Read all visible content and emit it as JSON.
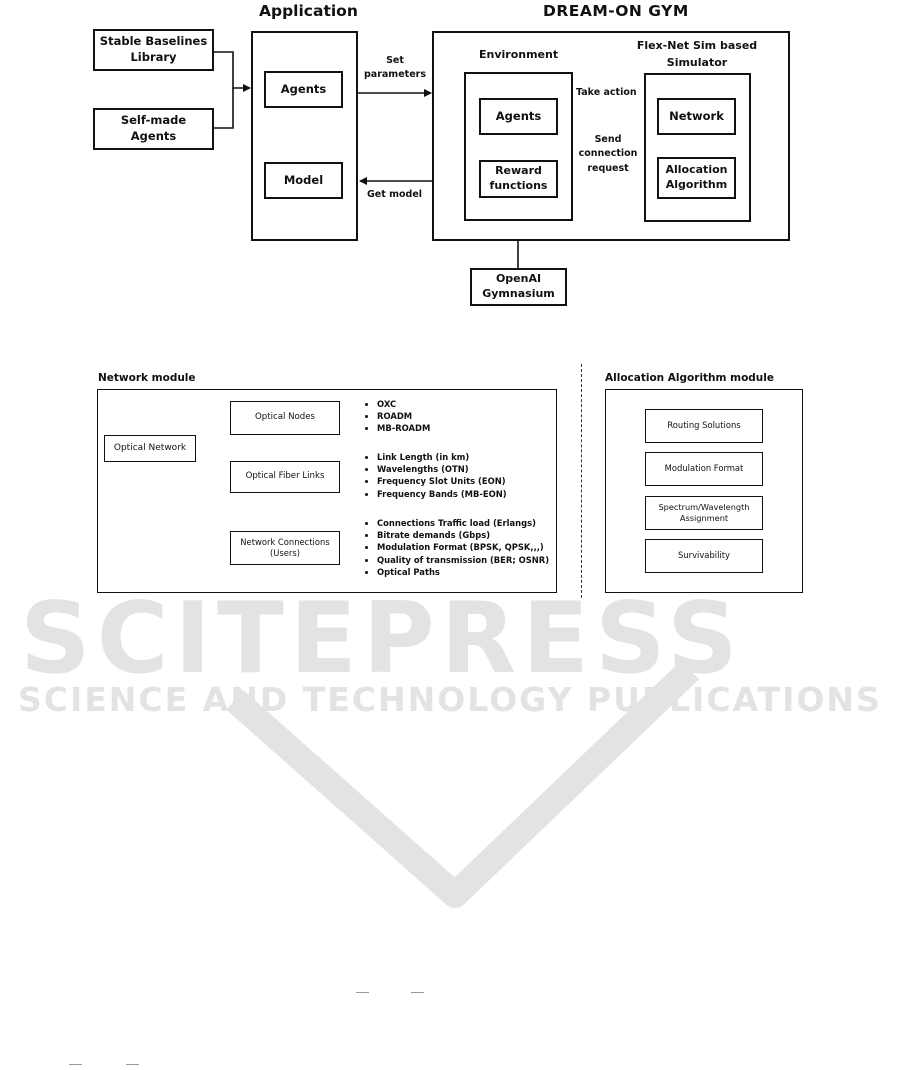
{
  "watermark": {
    "title": "SCITEPRESS",
    "subtitle": "SCIENCE AND TECHNOLOGY PUBLICATIONS",
    "color": "#e3e3e3"
  },
  "top_diagram": {
    "application_title": "Application",
    "dreamon_title": "DREAM-ON GYM",
    "stable_baselines": "Stable Baselines Library",
    "self_made_agents": "Self-made Agents",
    "app_agents": "Agents",
    "app_model": "Model",
    "set_parameters": "Set parameters",
    "get_model": "Get model",
    "environment_title": "Environment",
    "env_agents": "Agents",
    "reward_functions": "Reward functions",
    "take_action": "Take action",
    "send_connection_request": "Send connection request",
    "simulator_title": "Flex-Net Sim based Simulator",
    "network": "Network",
    "allocation_algorithm": "Allocation Algorithm",
    "openai_gymnasium": "OpenAI Gymnasium"
  },
  "bottom_diagram": {
    "network_module_title": "Network module",
    "optical_network": "Optical Network",
    "optical_nodes": "Optical Nodes",
    "optical_fiber_links": "Optical Fiber Links",
    "network_connections": "Network Connections (Users)",
    "nodes_items": [
      "OXC",
      "ROADM",
      "MB-ROADM"
    ],
    "links_items": [
      "Link Length (in km)",
      "Wavelengths (OTN)",
      "Frequency Slot Units (EON)",
      "Frequency Bands (MB-EON)"
    ],
    "connections_items": [
      "Connections Traffic load (Erlangs)",
      "Bitrate demands (Gbps)",
      "Modulation Format (BPSK, QPSK,,,)",
      "Quality of transmission (BER; OSNR)",
      "Optical Paths"
    ],
    "allocation_module_title": "Allocation Algorithm module",
    "routing_solutions": "Routing Solutions",
    "modulation_format": "Modulation Format",
    "spectrum_assignment": "Spectrum/Wavelength Assignment",
    "survivability": "Survivability"
  }
}
